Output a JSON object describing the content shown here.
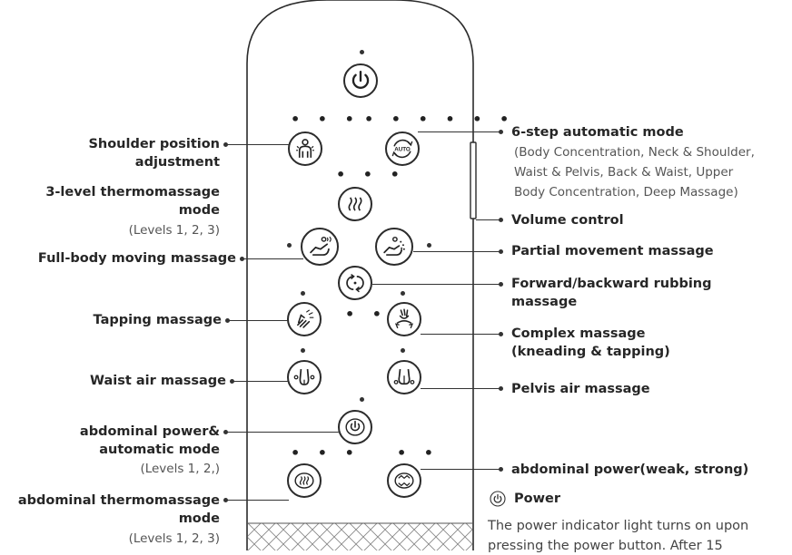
{
  "labels_left": {
    "shoulder": [
      "Shoulder position",
      "adjustment"
    ],
    "thermo": [
      "3-level thermomassage",
      "mode"
    ],
    "thermo_levels": "(Levels 1, 2, 3)",
    "fullbody": "Full-body moving massage",
    "tapping": "Tapping massage",
    "waist_air": "Waist air massage",
    "abd_power": [
      "abdominal power&",
      "automatic mode"
    ],
    "abd_power_levels": "(Levels 1, 2,)",
    "abd_thermo": [
      "abdominal thermomassage",
      "mode"
    ],
    "abd_thermo_levels": "(Levels 1, 2, 3)"
  },
  "labels_right": {
    "auto": "6-step automatic mode",
    "auto_desc": [
      "(Body Concentration, Neck & Shoulder,",
      "Waist & Pelvis, Back & Waist, Upper",
      "Body Concentration, Deep Massage)"
    ],
    "volume": "Volume control",
    "partial": "Partial movement massage",
    "rubbing": [
      "Forward/backward rubbing",
      "massage"
    ],
    "complex": [
      "Complex massage",
      "(kneading & tapping)"
    ],
    "pelvis_air": "Pelvis air massage",
    "abd_strength": "abdominal power(weak, strong)"
  },
  "power_section": {
    "title": "Power",
    "text": "The power indicator light turns on upon",
    "text2": "pressing the power button. After 15"
  },
  "buttons": {
    "power": "power-icon",
    "shoulder": "person-shoulder-icon",
    "auto": "auto-cycle-icon",
    "auto_text": "AUTO",
    "thermo": "heat-waves-icon",
    "fullbody": "recliner-movement-icon",
    "partial": "recliner-partial-icon",
    "rubbing": "forward-backward-icon",
    "tapping": "tapping-hand-icon",
    "complex": "kneading-hand-icon",
    "waist_air": "waist-air-icon",
    "pelvis_air": "pelvis-air-icon",
    "abd_power": "abdominal-power-icon",
    "abd_thermo": "abdominal-heat-icon",
    "abd_strength": "abdominal-wave-icon"
  }
}
